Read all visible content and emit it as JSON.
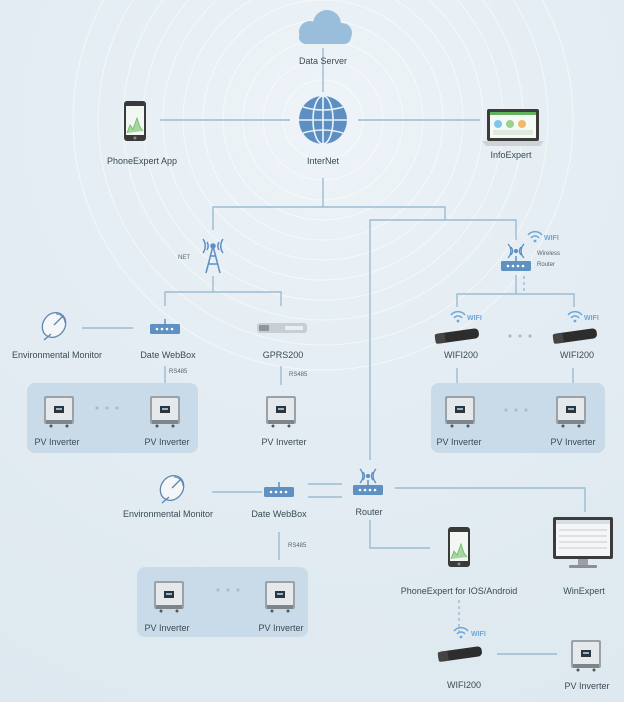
{
  "labels": {
    "data_server": "Data Server",
    "internet": "InterNet",
    "phoneexpert_app": "PhoneExpert App",
    "infoexpert": "InfoExpert",
    "net": "NET",
    "wifi": "WIFI",
    "wireless": "Wireless",
    "router_small": "Router",
    "env_monitor": "Environmental Monitor",
    "date_webbox": "Date WebBox",
    "gprs200": "GPRS200",
    "wifi200": "WIFI200",
    "rs485": "RS485",
    "pv_inverter": "PV Inverter",
    "router": "Router",
    "phoneexpert_mobile": "PhoneExpert for IOS/Android",
    "winexpert": "WinExpert"
  },
  "colors": {
    "line": "#9bbcd3",
    "panel": "#c9dbe8",
    "wifi": "#6fa7d8",
    "device": "#2e2e2e"
  }
}
